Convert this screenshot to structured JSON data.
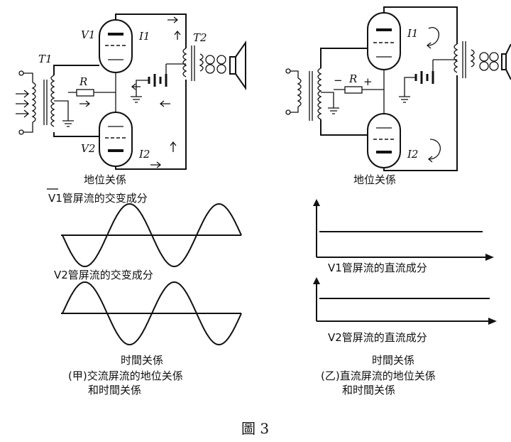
{
  "left": {
    "tube_top": "V1",
    "tube_bottom": "V2",
    "current_top": "I1",
    "current_bottom": "I2",
    "transformer_in": "T1",
    "transformer_out": "T2",
    "resistor": "R",
    "spatial_caption": "地位关係",
    "wave1_title": "V1管屏流的交变成分",
    "wave2_title": "V2管屏流的交变成分",
    "time_caption": "时間关係",
    "caption_line1": "(甲)交流屏流的地位关係",
    "caption_line2": "和时間关係"
  },
  "right": {
    "current_top": "I1",
    "current_bottom": "I2",
    "resistor": "R",
    "minus_sign": "−",
    "plus_sign": "+",
    "spatial_caption": "地位关係",
    "dc1_title": "V1管屏流的直流成分",
    "dc2_title": "V2管屏流的直流成分",
    "time_caption": "时間关係",
    "caption_line1": "(乙)直流屏流的地位关係",
    "caption_line2": "和时間关係"
  },
  "figure_label": "圖 3"
}
